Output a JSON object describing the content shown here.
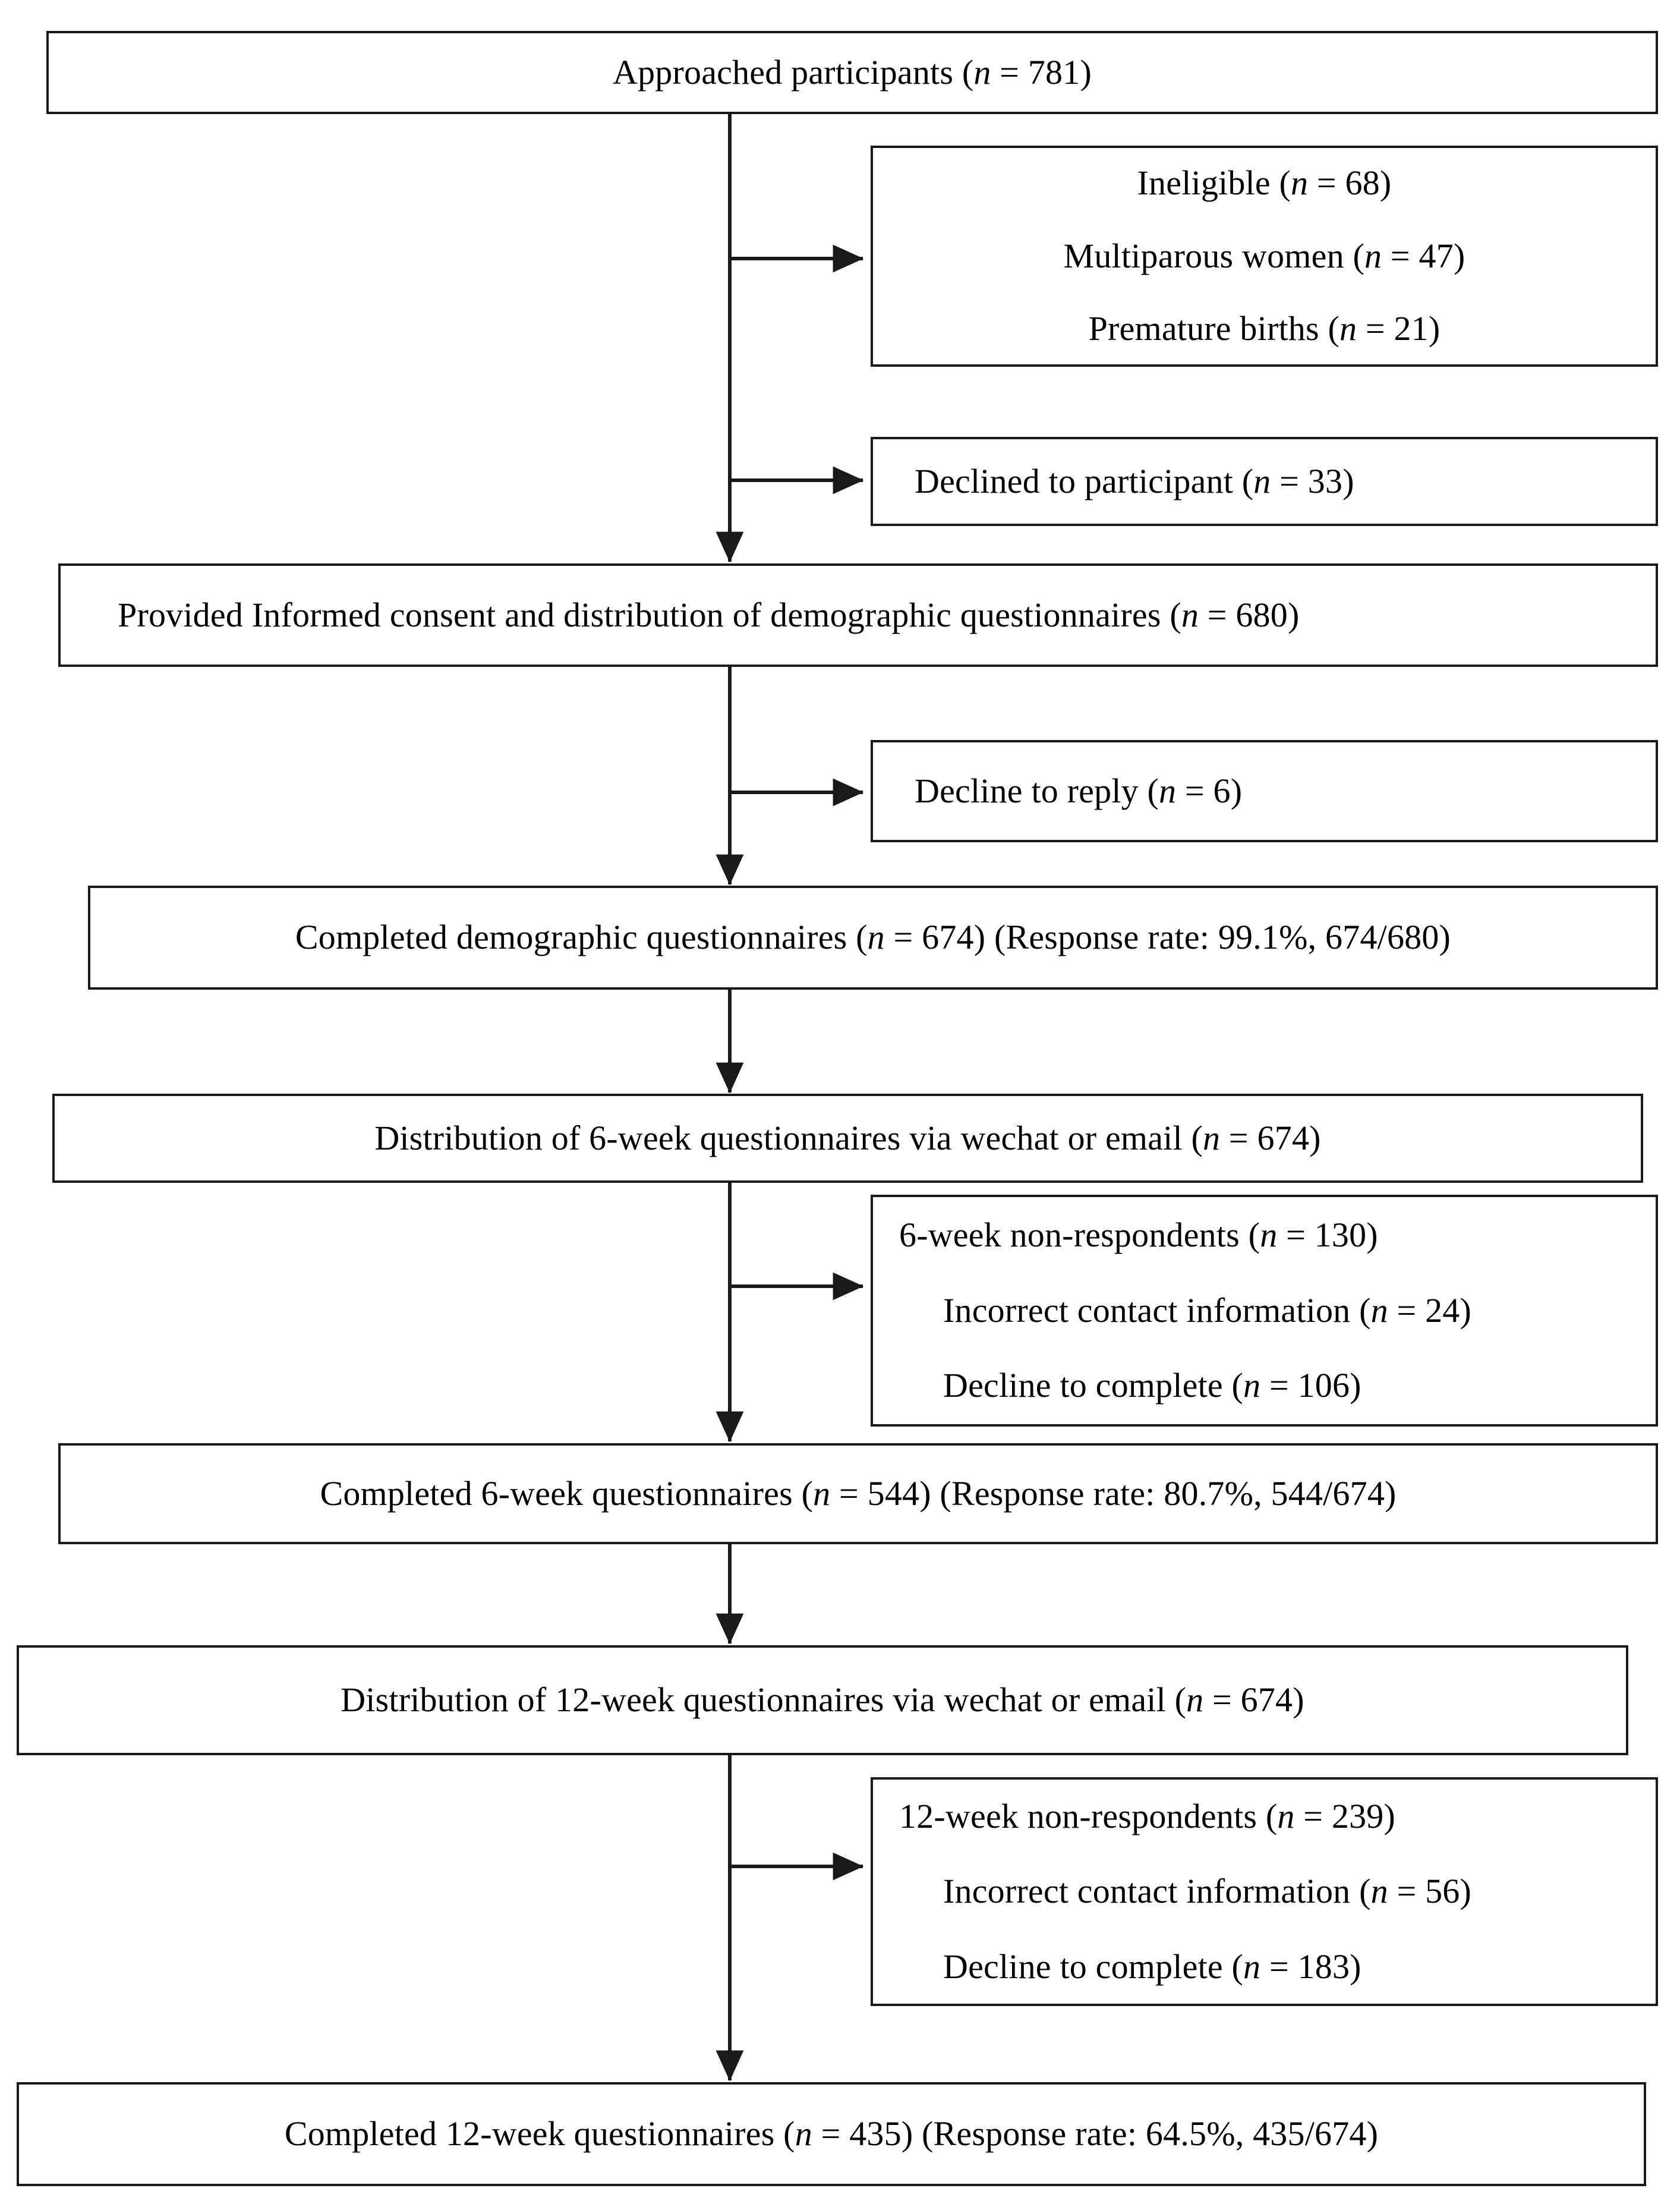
{
  "figure": {
    "type": "flowchart",
    "title": "Participant recruitment and questionnaire response flow diagram",
    "orientation": "vertical-spine-with-right-branches",
    "line_color": "#1a1a1a",
    "box_fill": "#ffffff",
    "text_color": "#000000"
  },
  "nodes": {
    "approached": {
      "id": "approached",
      "kind": "main",
      "lines": [
        {
          "text_before": "Approached participants (",
          "italic": "n",
          "text_after": " = 781)"
        }
      ]
    },
    "excluded_ineligible": {
      "id": "excluded-ineligible",
      "kind": "side",
      "lines": [
        {
          "text_before": "Ineligible (",
          "italic": "n",
          "text_after": " = 68)"
        },
        {
          "text_before": "Multiparous women (",
          "italic": "n",
          "text_after": " = 47)"
        },
        {
          "text_before": "Premature births (",
          "italic": "n",
          "text_after": " = 21)"
        }
      ]
    },
    "declined": {
      "id": "declined-to-participant",
      "kind": "side",
      "lines": [
        {
          "text_before": "Declined to participant (",
          "italic": "n",
          "text_after": " = 33)"
        }
      ]
    },
    "informed_consent": {
      "id": "provided-informed-consent",
      "kind": "main",
      "lines": [
        {
          "text_before": "Provided Informed consent and distribution of demographic questionnaires (",
          "italic": "n",
          "text_after": " = 680)"
        }
      ]
    },
    "decline_reply": {
      "id": "decline-to-reply",
      "kind": "side",
      "lines": [
        {
          "text_before": "Decline to reply (",
          "italic": "n",
          "text_after": " = 6)"
        }
      ]
    },
    "completed_demographic": {
      "id": "completed-demographic-questionnaires",
      "kind": "main",
      "lines": [
        {
          "text_before": "Completed demographic questionnaires (",
          "italic": "n",
          "text_after": " = 674) (Response rate: 99.1%, 674/680)"
        }
      ]
    },
    "distribution_6week": {
      "id": "distribution-6-week-questionnaires",
      "kind": "main",
      "lines": [
        {
          "text_before": "Distribution of 6-week questionnaires via wechat or email (",
          "italic": "n",
          "text_after": " = 674)"
        }
      ]
    },
    "nonrespondents_6week": {
      "id": "6-week-non-respondents",
      "kind": "side",
      "lines": [
        {
          "text_before": "6-week non-respondents (",
          "italic": "n",
          "text_after": " = 130)",
          "indent": false
        },
        {
          "text_before": "Incorrect contact information (",
          "italic": "n",
          "text_after": " = 24)",
          "indent": true
        },
        {
          "text_before": "Decline to complete (",
          "italic": "n",
          "text_after": " = 106)",
          "indent": true
        }
      ]
    },
    "completed_6week": {
      "id": "completed-6-week-questionnaires",
      "kind": "main",
      "lines": [
        {
          "text_before": "Completed 6-week questionnaires (",
          "italic": "n",
          "text_after": " = 544) (Response rate: 80.7%, 544/674)"
        }
      ]
    },
    "distribution_12week": {
      "id": "distribution-12-week-questionnaires",
      "kind": "main",
      "lines": [
        {
          "text_before": "Distribution of 12-week questionnaires via wechat or email (",
          "italic": "n",
          "text_after": " = 674)"
        }
      ]
    },
    "nonrespondents_12week": {
      "id": "12-week-non-respondents",
      "kind": "side",
      "lines": [
        {
          "text_before": "12-week non-respondents (",
          "italic": "n",
          "text_after": " = 239)",
          "indent": false
        },
        {
          "text_before": "Incorrect contact information (",
          "italic": "n",
          "text_after": " = 56)",
          "indent": true
        },
        {
          "text_before": "Decline to complete (",
          "italic": "n",
          "text_after": " = 183)",
          "indent": true
        }
      ]
    },
    "completed_12week": {
      "id": "completed-12-week-questionnaires",
      "kind": "main",
      "lines": [
        {
          "text_before": "Completed 12-week questionnaires (",
          "italic": "n",
          "text_after": " = 435) (Response rate: 64.5%, 435/674)"
        }
      ]
    }
  },
  "chart_data": {
    "type": "flowchart",
    "title": "Participant recruitment and questionnaire response flow",
    "stages": [
      {
        "label": "Approached participants",
        "n": 781
      },
      {
        "label": "Provided Informed consent and distribution of demographic questionnaires",
        "n": 680
      },
      {
        "label": "Completed demographic questionnaires",
        "n": 674,
        "response_rate_pct": 99.1,
        "response_ratio": "674/680"
      },
      {
        "label": "Distribution of 6-week questionnaires via wechat or email",
        "n": 674
      },
      {
        "label": "Completed 6-week questionnaires",
        "n": 544,
        "response_rate_pct": 80.7,
        "response_ratio": "544/674"
      },
      {
        "label": "Distribution of 12-week questionnaires via wechat or email",
        "n": 674
      },
      {
        "label": "Completed 12-week questionnaires",
        "n": 435,
        "response_rate_pct": 64.5,
        "response_ratio": "435/674"
      }
    ],
    "exclusions": [
      {
        "after_stage": "Approached participants",
        "items": [
          {
            "label": "Ineligible",
            "n": 68
          },
          {
            "label": "Multiparous women",
            "n": 47
          },
          {
            "label": "Premature births",
            "n": 21
          }
        ]
      },
      {
        "after_stage": "Approached participants",
        "items": [
          {
            "label": "Declined to participant",
            "n": 33
          }
        ]
      },
      {
        "after_stage": "Provided Informed consent and distribution of demographic questionnaires",
        "items": [
          {
            "label": "Decline to reply",
            "n": 6
          }
        ]
      },
      {
        "after_stage": "Distribution of 6-week questionnaires via wechat or email",
        "items": [
          {
            "label": "6-week non-respondents",
            "n": 130
          },
          {
            "label": "Incorrect contact information",
            "n": 24
          },
          {
            "label": "Decline to complete",
            "n": 106
          }
        ]
      },
      {
        "after_stage": "Distribution of 12-week questionnaires via wechat or email",
        "items": [
          {
            "label": "12-week non-respondents",
            "n": 239
          },
          {
            "label": "Incorrect contact information",
            "n": 56
          },
          {
            "label": "Decline to complete",
            "n": 183
          }
        ]
      }
    ]
  }
}
